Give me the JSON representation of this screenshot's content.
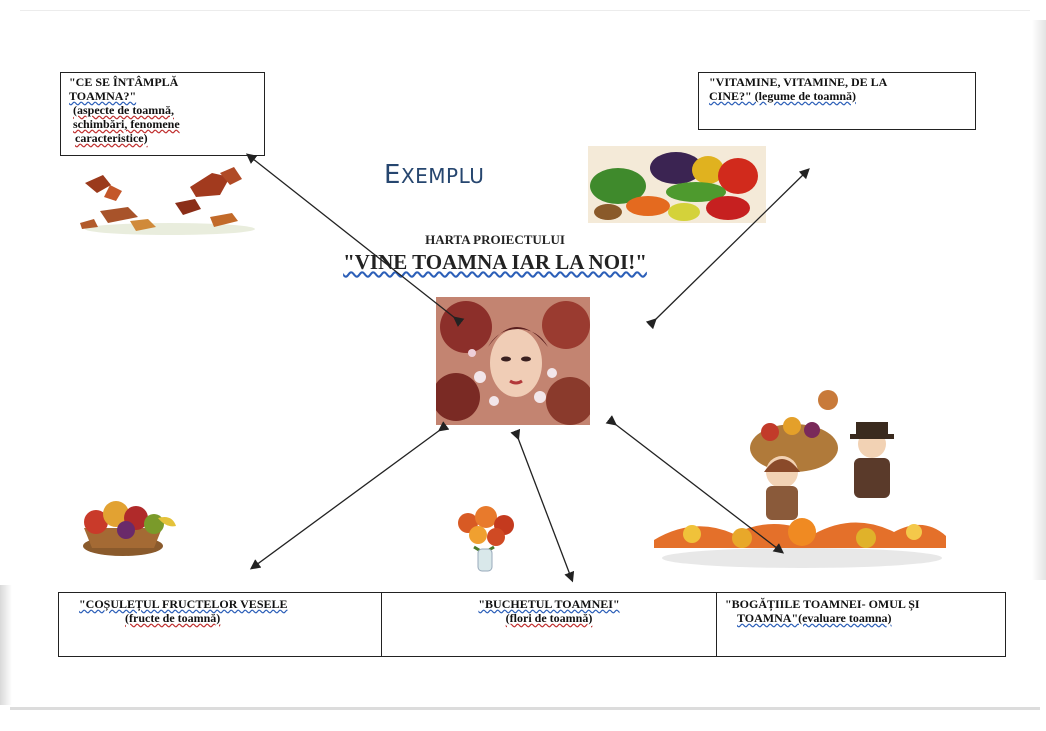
{
  "title_label": "EXEMPLU",
  "map": {
    "heading": "HARTA PROIECTULUI",
    "project_title": "\"VINE  TOAMNA IAR LA NOI!\""
  },
  "boxes": {
    "top_left": {
      "line1": "\"CE SE ÎNTÂMPLĂ",
      "line2": "TOAMNA?\"",
      "line3": "(aspecte de toamnă,",
      "line4": "schimbări, fenomene",
      "line5": "caracteristice)"
    },
    "top_right": {
      "line1": "\"VITAMINE, VITAMINE, DE LA",
      "line2": "CINE?\" (legume de toamnă)"
    }
  },
  "bottom": [
    {
      "title": "\"COȘULEȚUL FRUCTELOR VESELE",
      "subtitle": "(fructe de toamnă)"
    },
    {
      "title": "\"BUCHETUL  TOAMNEI\"",
      "subtitle": "(flori de toamnă)"
    },
    {
      "title": "\"BOGĂȚIILE    TOAMNEI- OMUL ȘI",
      "subtitle": "TOAMNA\"(evaluare toamna)"
    }
  ],
  "images": {
    "leaves": "autumn-leaves-image",
    "vegetables": "vegetables-image",
    "center": "autumn-woman-portrait",
    "fruit_basket": "fruit-basket-image",
    "flowers": "flower-bouquet-image",
    "harvest": "harvest-children-image"
  }
}
